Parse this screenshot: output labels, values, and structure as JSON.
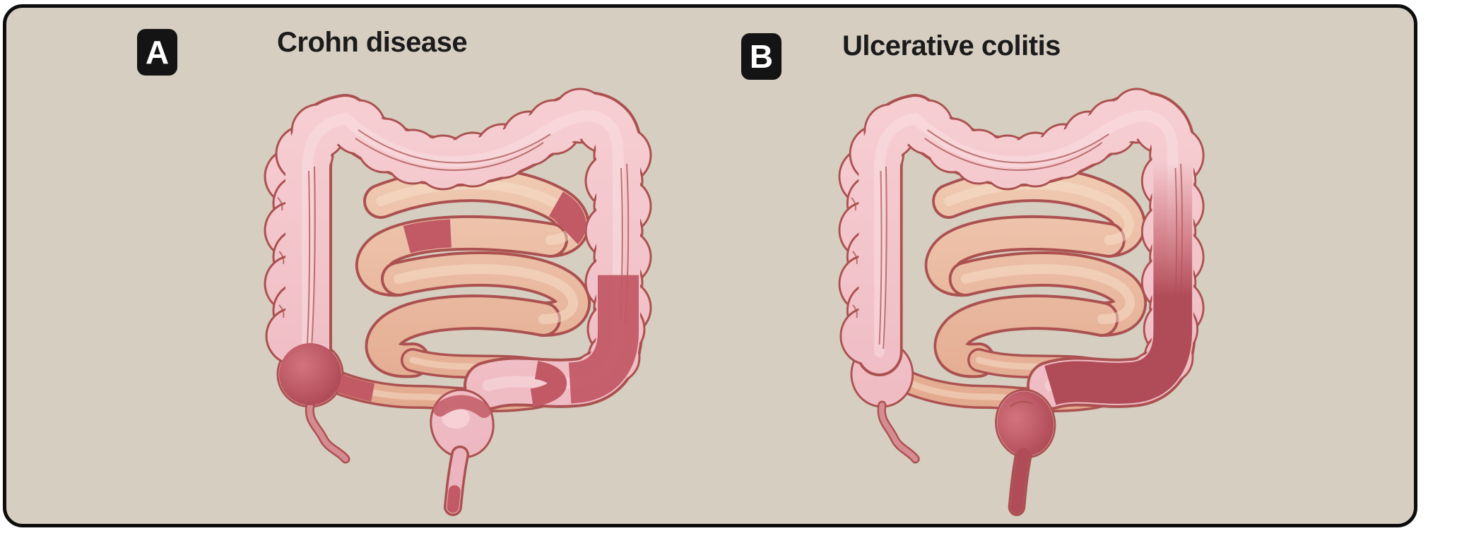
{
  "figure": {
    "panels": [
      {
        "badge": "A",
        "title": "Crohn disease"
      },
      {
        "badge": "B",
        "title": "Ulcerative colitis"
      }
    ]
  },
  "colors": {
    "canvas": "#ffffff",
    "figure_bg": "#d6cec1",
    "figure_border": "#0d0d0d",
    "badge_bg": "#141414",
    "badge_text": "#ffffff",
    "title_text": "#1b1b1b",
    "outline": "#ab5150",
    "colon_pink_light": "#f6ced2",
    "colon_pink_deep": "#ecb4be",
    "colon_sheen": "#fbe3e4",
    "bowel_tan_light": "#f0cab2",
    "bowel_tan_deep": "#e2a88d",
    "bowel_sheen": "#f8e0c9",
    "inflamed_red": "#c25a66",
    "inflamed_red_deep": "#b04c58",
    "inflamed_red_light": "#d4737d",
    "appendix_pink": "#d68b92"
  }
}
